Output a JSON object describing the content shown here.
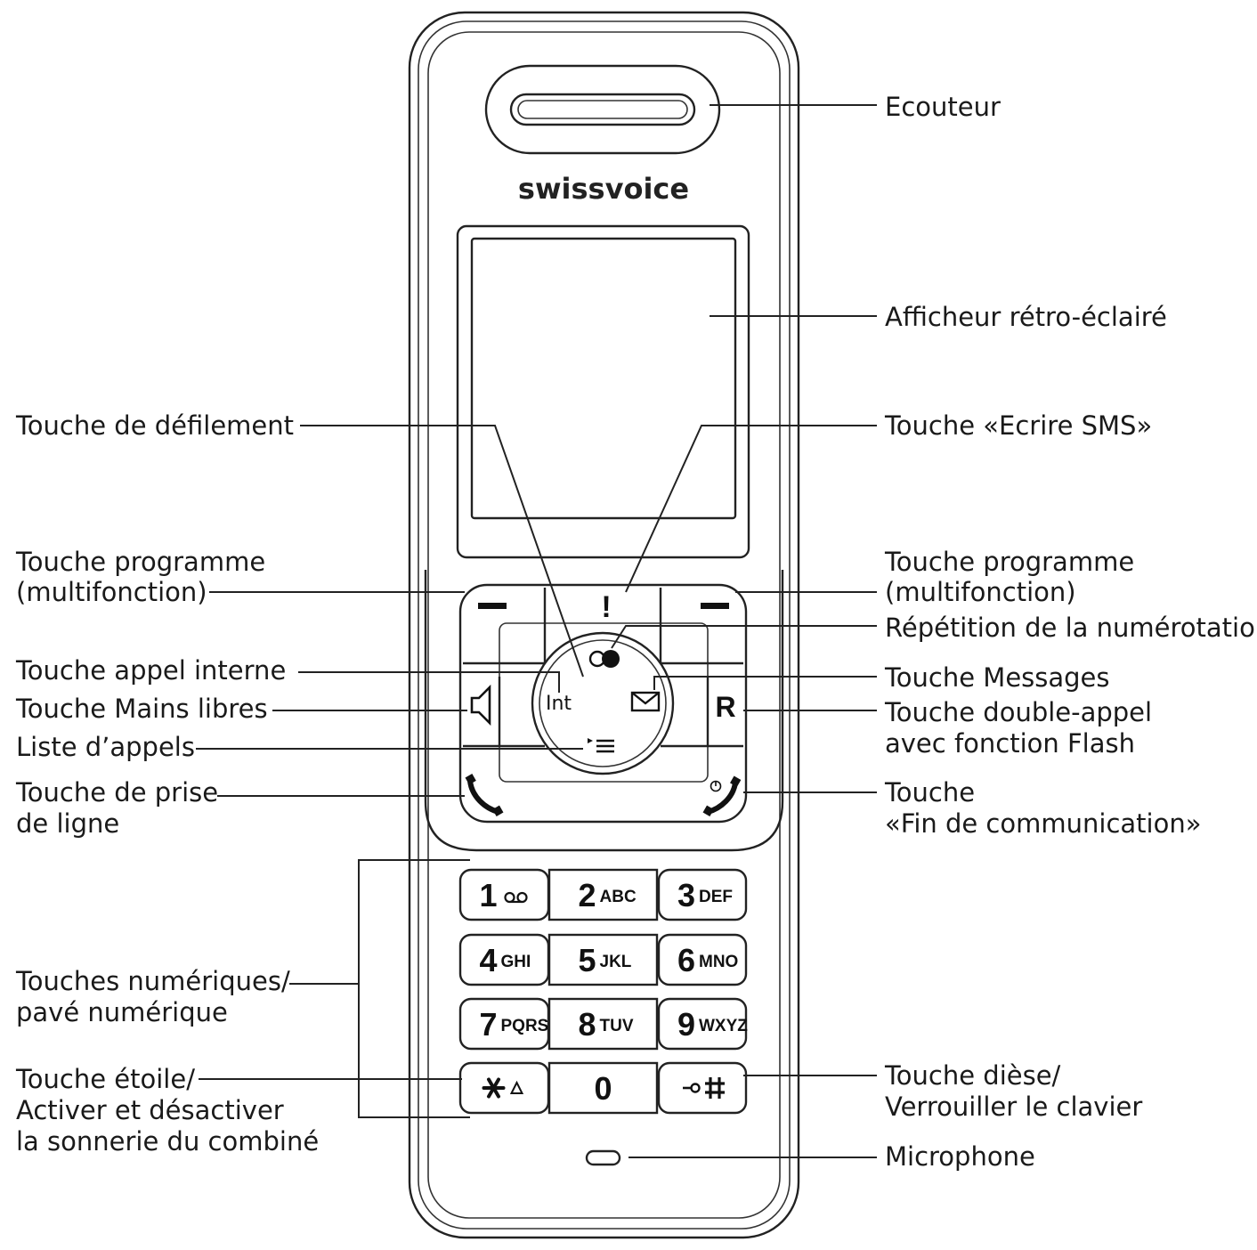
{
  "brand": "swissvoice",
  "callouts": {
    "ecouteur": "Ecouteur",
    "afficheur": "Afficheur rétro-éclairé",
    "defilement": "Touche de défilement",
    "sms": "Touche «Ecrire SMS»",
    "prog_left_1": "Touche programme",
    "prog_left_2": "(multifonction)",
    "prog_right_1": "Touche programme",
    "prog_right_2": "(multifonction)",
    "repetition": "Répétition de la numérotation",
    "appel_interne": "Touche appel interne",
    "messages": "Touche Messages",
    "mains_libres": "Touche Mains libres",
    "double_appel_1": "Touche double-appel",
    "double_appel_2": "avec fonction Flash",
    "liste_appels": "Liste d’appels",
    "prise_ligne_1": "Touche de prise",
    "prise_ligne_2": "de ligne",
    "fin_comm_1": "Touche",
    "fin_comm_2": "«Fin de communication»",
    "numeriques_1": "Touches numériques/",
    "numeriques_2": "pavé numérique",
    "etoile_1": "Touche étoile/",
    "etoile_2": "Activer et désactiver",
    "etoile_3": "la sonnerie du combiné",
    "diese_1": "Touche dièse/",
    "diese_2": "Verrouiller le clavier",
    "microphone": "Microphone"
  },
  "nav": {
    "int_label": "Int",
    "r_label": "R",
    "sms_key": "!"
  },
  "keypad": [
    {
      "digit": "1",
      "letters": ""
    },
    {
      "digit": "2",
      "letters": "ABC"
    },
    {
      "digit": "3",
      "letters": "DEF"
    },
    {
      "digit": "4",
      "letters": "GHI"
    },
    {
      "digit": "5",
      "letters": "JKL"
    },
    {
      "digit": "6",
      "letters": "MNO"
    },
    {
      "digit": "7",
      "letters": "PQRS"
    },
    {
      "digit": "8",
      "letters": "TUV"
    },
    {
      "digit": "9",
      "letters": "WXYZ"
    },
    {
      "digit": "",
      "letters": ""
    },
    {
      "digit": "0",
      "letters": ""
    },
    {
      "digit": "",
      "letters": ""
    }
  ],
  "icons": {
    "voicemail": "voicemail-icon",
    "speaker": "speaker-icon",
    "envelope": "envelope-icon",
    "redial": "redial-icon",
    "call_list": "call-list-icon",
    "off_hook": "phone-off-hook-icon",
    "hang_up": "phone-hang-up-icon",
    "star": "star-icon",
    "bell": "bell-icon",
    "key": "key-icon",
    "hash": "hash-icon"
  },
  "colors": {
    "line": "#222222",
    "background": "#ffffff"
  }
}
